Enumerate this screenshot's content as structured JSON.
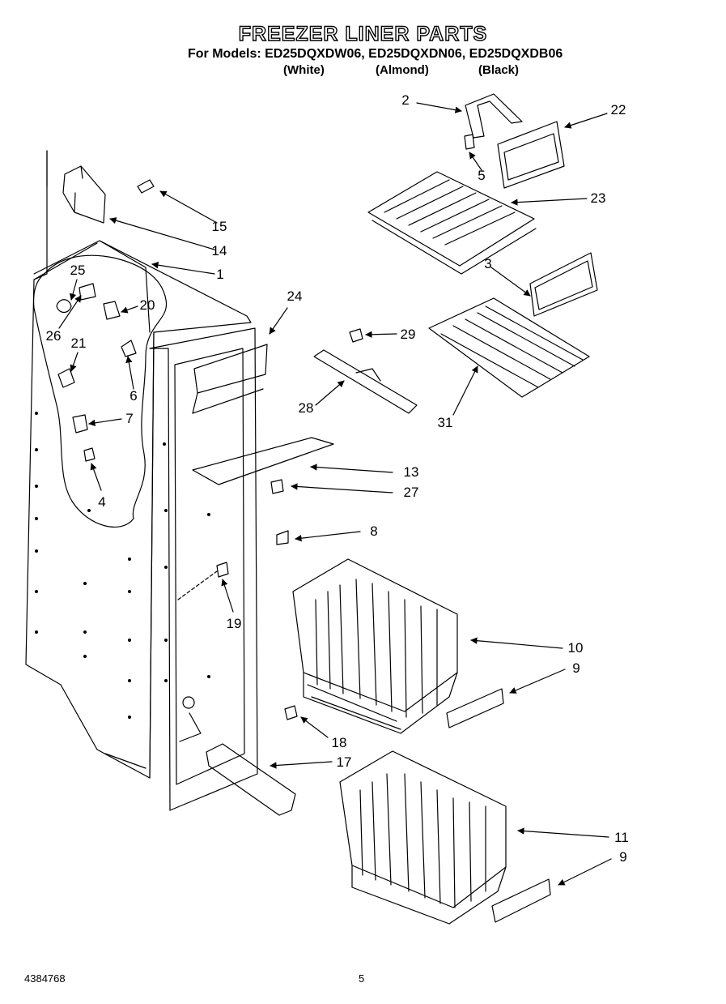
{
  "title": "FREEZER LINER PARTS",
  "models_line": "For Models: ED25DQXDW06, ED25DQXDN06, ED25DQXDB06",
  "variants": [
    "(White)",
    "(Almond)",
    "(Black)"
  ],
  "callouts": [
    "2",
    "22",
    "5",
    "23",
    "3",
    "29",
    "31",
    "28",
    "15",
    "14",
    "1",
    "25",
    "20",
    "26",
    "21",
    "6",
    "7",
    "4",
    "24",
    "13",
    "27",
    "8",
    "19",
    "10",
    "9",
    "18",
    "17",
    "11",
    "9"
  ],
  "footer": {
    "doc_number": "4384768",
    "page_number": "5"
  }
}
